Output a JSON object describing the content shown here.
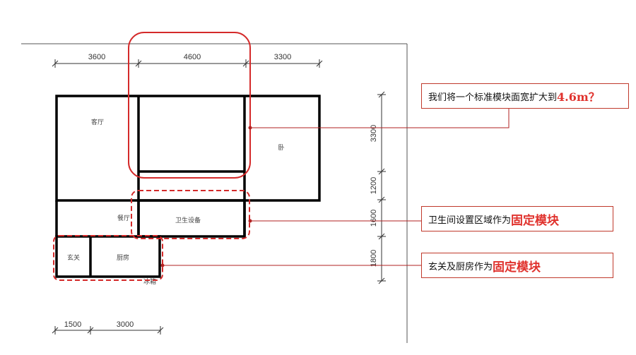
{
  "dimensions": {
    "top": [
      "3600",
      "4600",
      "3300"
    ],
    "bottom": [
      "1500",
      "3000"
    ],
    "right": [
      "3300",
      "1200",
      "1600",
      "1800"
    ]
  },
  "rooms": {
    "living": "客厅",
    "bedroom": "卧",
    "dining": "餐厅",
    "bathroom": "卫生设备",
    "entrance": "玄关",
    "kitchen": "厨房",
    "fridge": "冰箱"
  },
  "callouts": [
    {
      "prefix": "我们将一个标准模块面宽扩大到",
      "highlight": "4.6m？"
    },
    {
      "prefix": "卫生间设置区域作为",
      "highlight": "固定模块"
    },
    {
      "prefix": "玄关及厨房作为",
      "highlight": "固定模块"
    }
  ],
  "colors": {
    "wall": "#000000",
    "accent": "#d42a2a",
    "leader": "#b22222"
  }
}
